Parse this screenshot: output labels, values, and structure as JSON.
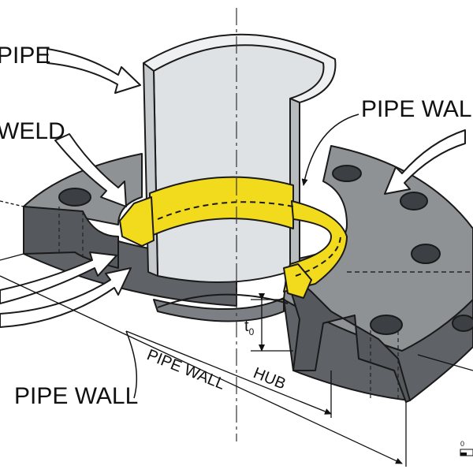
{
  "labels": {
    "pipe": "PIPE",
    "weld": "WELD",
    "pipe_wall_top": "PIPE WALL",
    "pipe_wall_bottom": "PIPE WALL",
    "pipe_wall_dim": "PIPE WALL",
    "hub": "HUB",
    "t0_base": "t",
    "t0_sub": "0",
    "scale_zero": "0"
  },
  "colors": {
    "flange_top": "#8f9295",
    "flange_side": "#5f6266",
    "flange_dark": "#4a4d51",
    "pipe_outer": "#c6cacd",
    "pipe_inner": "#dfe2e4",
    "weld": "#f2da1c",
    "weld_dark": "#d4b80c",
    "outline": "#1a1a1a"
  },
  "icons": [
    "callout-arrow-icon",
    "leader-arrow-icon",
    "dimension-arrow-icon"
  ]
}
